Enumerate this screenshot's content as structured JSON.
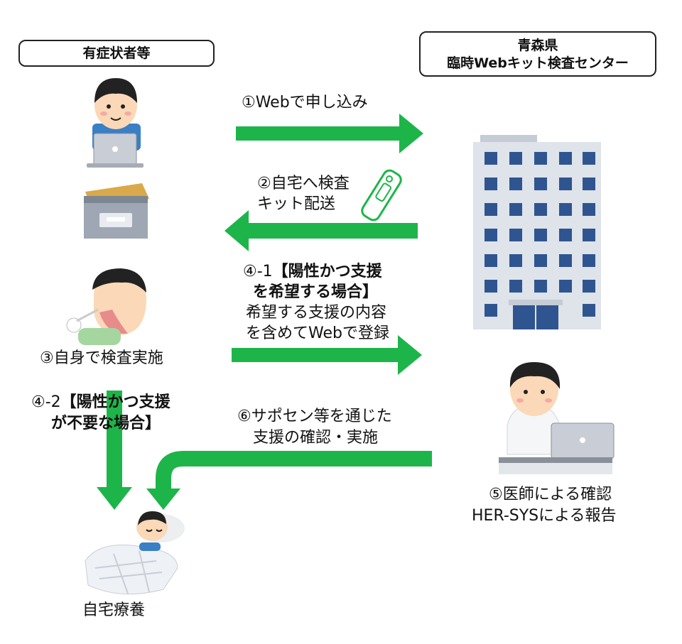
{
  "left_actor": {
    "label": "有症状者等"
  },
  "right_actor": {
    "line1": "青森県",
    "line2": "臨時Webキット検査センター"
  },
  "steps": {
    "step1": "①Webで申し込み",
    "step2": {
      "line1": "②自宅へ検査",
      "line2": "キット配送"
    },
    "step3": "③自身で検査実施",
    "step4_1": {
      "prefix": "④-1",
      "bold_line1": "【陽性かつ支援",
      "bold_line2": "を希望する場合】",
      "line3": "希望する支援の内容",
      "line4": "を含めてWebで登録"
    },
    "step4_2": {
      "prefix": "④-2",
      "bold_line1": "【陽性かつ支援",
      "bold_line2": "が不要な場合】"
    },
    "step5": {
      "line1": "⑤医師による確認",
      "line2": "HER-SYSによる報告"
    },
    "step6": {
      "line1": "⑥サポセン等を通じた",
      "line2": "支援の確認・実施"
    }
  },
  "result": {
    "label": "自宅療養"
  },
  "colors": {
    "arrow": "#1db54a",
    "building": "#dfe3ea",
    "window": "#2f5590"
  },
  "icons": [
    "person-laptop-icon",
    "mailbox-icon",
    "test-kit-icon",
    "nasal-swab-icon",
    "building-icon",
    "doctor-icon",
    "sleeping-person-icon"
  ]
}
